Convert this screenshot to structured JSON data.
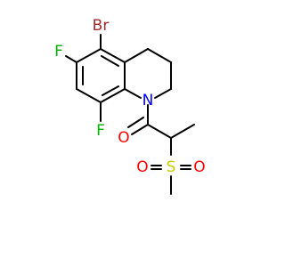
{
  "colors": {
    "background": "#ffffff",
    "bond": "#000000",
    "carbon_bond": "#000000",
    "bromine": "#a52a2a",
    "fluorine": "#00b300",
    "nitrogen": "#0000ff",
    "oxygen": "#ff0000",
    "sulfur": "#cccc00"
  },
  "atoms": {
    "bromine": "Br",
    "fluorine_top": "F",
    "fluorine_bottom": "F",
    "nitrogen": "N",
    "oxygen_carbonyl": "O",
    "sulfur": "S",
    "oxygen_sulfonyl_left": "O",
    "oxygen_sulfonyl_right": "O"
  }
}
